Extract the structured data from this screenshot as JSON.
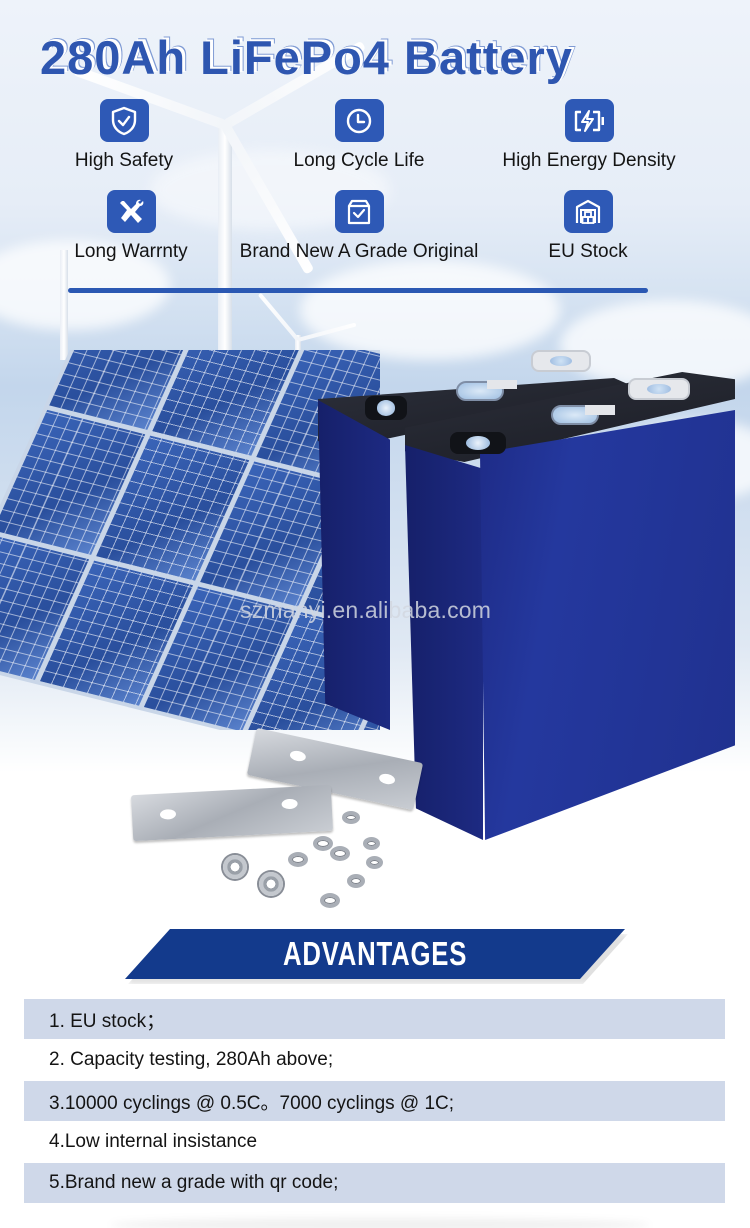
{
  "header": {
    "title": "280Ah LiFePo4 Battery"
  },
  "features": [
    {
      "label": "High Safety",
      "icon": "shield-check-icon"
    },
    {
      "label": "Long Cycle Life",
      "icon": "clock-icon"
    },
    {
      "label": "High Energy Density",
      "icon": "battery-bolt-icon"
    },
    {
      "label": "Long Warrnty",
      "icon": "tools-icon"
    },
    {
      "label": "Brand New A Grade Original",
      "icon": "box-check-icon"
    },
    {
      "label": "EU Stock",
      "icon": "warehouse-icon"
    }
  ],
  "product_image": {
    "watermark": "szmanyi.en.alibaba.com"
  },
  "advantages": {
    "title": "ADVANTAGES",
    "items": [
      "1. EU stock；",
      "2. Capacity testing, 280Ah above;",
      "3.10000 cyclings @ 0.5C。7000 cyclings @ 1C;",
      "4.Low internal insistance",
      "5.Brand new a grade with qr code;"
    ]
  },
  "colors": {
    "brand_blue": "#2e59b6",
    "banner_blue": "#133a8c",
    "row_shade": "#cfd8e9"
  }
}
